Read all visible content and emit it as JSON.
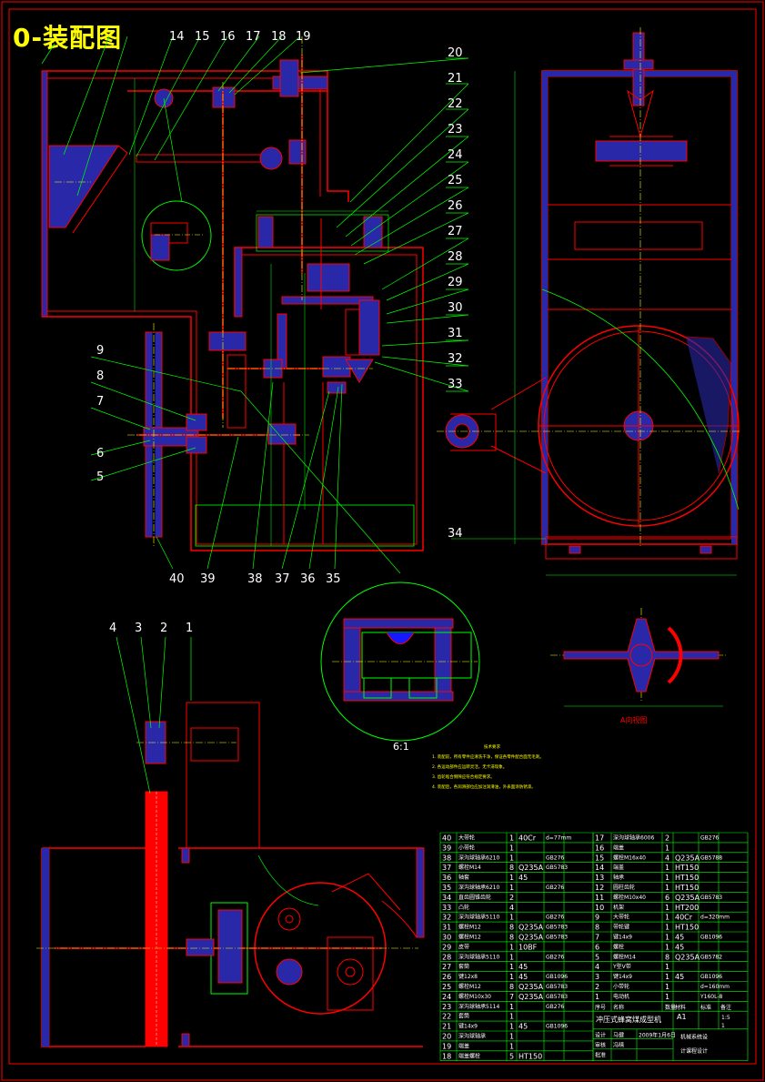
{
  "title": "0-装配图",
  "balloon_numbers_top": [
    "14",
    "15",
    "16",
    "17",
    "18",
    "19"
  ],
  "balloon_numbers_right": [
    "20",
    "21",
    "22",
    "23",
    "24",
    "25",
    "26",
    "27",
    "28",
    "29",
    "30",
    "31",
    "32",
    "33"
  ],
  "balloon_numbers_left": [
    "9",
    "8",
    "7",
    "6",
    "5"
  ],
  "balloon_numbers_bottom": [
    "40",
    "39",
    "38",
    "37",
    "36",
    "35"
  ],
  "balloon_34": "34",
  "balloon_numbers_lower": [
    "4",
    "3",
    "2",
    "1"
  ],
  "view_a_label": "A向视图",
  "detail_label": "6:1",
  "notes": {
    "heading": "技术要求",
    "lines": [
      "1. 装配前，所有零件应清洗干净，保证各零件配合面无毛刺。",
      "2. 各运动部件应运转灵活，无卡滞现象。",
      "3. 齿轮啮合侧隙应符合规定要求。",
      "4. 装配后，各润滑部位应加注润滑油，外表面涂防锈漆。"
    ]
  },
  "bom_left": [
    {
      "no": "40",
      "name": "大带轮",
      "qty": "1",
      "mat": "40Cr",
      "std": "d=77mm"
    },
    {
      "no": "39",
      "name": "小带轮",
      "qty": "1",
      "mat": "",
      "std": ""
    },
    {
      "no": "38",
      "name": "深沟球轴承6210",
      "qty": "1",
      "mat": "",
      "std": "GB276"
    },
    {
      "no": "37",
      "name": "螺栓M14",
      "qty": "8",
      "mat": "Q235A",
      "std": "GB5783"
    },
    {
      "no": "36",
      "name": "轴套",
      "qty": "1",
      "mat": "45",
      "std": ""
    },
    {
      "no": "35",
      "name": "深沟球轴承6210",
      "qty": "1",
      "mat": "",
      "std": "GB276"
    },
    {
      "no": "34",
      "name": "直齿圆锥齿轮",
      "qty": "2",
      "mat": "",
      "std": ""
    },
    {
      "no": "33",
      "name": "凸轮",
      "qty": "4",
      "mat": "",
      "std": ""
    },
    {
      "no": "32",
      "name": "深沟球轴承5110",
      "qty": "1",
      "mat": "",
      "std": "GB276"
    },
    {
      "no": "31",
      "name": "螺栓M12",
      "qty": "8",
      "mat": "Q235A",
      "std": "GB5783"
    },
    {
      "no": "30",
      "name": "螺栓M12",
      "qty": "8",
      "mat": "Q235A",
      "std": "GB5783"
    },
    {
      "no": "29",
      "name": "皮带",
      "qty": "1",
      "mat": "10BF",
      "std": ""
    },
    {
      "no": "28",
      "name": "深沟球轴承5110",
      "qty": "1",
      "mat": "",
      "std": "GB276"
    },
    {
      "no": "27",
      "name": "套筒",
      "qty": "1",
      "mat": "45",
      "std": ""
    },
    {
      "no": "26",
      "name": "键12x8",
      "qty": "1",
      "mat": "45",
      "std": "GB1096"
    },
    {
      "no": "25",
      "name": "螺栓M12",
      "qty": "8",
      "mat": "Q235A",
      "std": "GB5783"
    },
    {
      "no": "24",
      "name": "螺栓M10x30",
      "qty": "7",
      "mat": "Q235A",
      "std": "GB5783"
    },
    {
      "no": "23",
      "name": "深沟球轴承5114",
      "qty": "1",
      "mat": "",
      "std": "GB276"
    },
    {
      "no": "22",
      "name": "套筒",
      "qty": "1",
      "mat": "",
      "std": ""
    },
    {
      "no": "21",
      "name": "键14x9",
      "qty": "1",
      "mat": "45",
      "std": "GB1096"
    },
    {
      "no": "20",
      "name": "深沟球轴承",
      "qty": "1",
      "mat": "",
      "std": ""
    },
    {
      "no": "19",
      "name": "端盖",
      "qty": "1",
      "mat": "",
      "std": ""
    },
    {
      "no": "18",
      "name": "端盖螺栓",
      "qty": "5",
      "mat": "HT150",
      "std": ""
    }
  ],
  "bom_right": [
    {
      "no": "17",
      "name": "深沟球轴承6006",
      "qty": "2",
      "mat": "",
      "std": "GB276"
    },
    {
      "no": "16",
      "name": "端盖",
      "qty": "1",
      "mat": "",
      "std": ""
    },
    {
      "no": "15",
      "name": "螺栓M16x40",
      "qty": "4",
      "mat": "Q235A",
      "std": "GB5788"
    },
    {
      "no": "14",
      "name": "端盖",
      "qty": "1",
      "mat": "HT150",
      "std": ""
    },
    {
      "no": "13",
      "name": "轴承",
      "qty": "1",
      "mat": "HT150",
      "std": ""
    },
    {
      "no": "12",
      "name": "圆柱齿轮",
      "qty": "1",
      "mat": "HT150",
      "std": ""
    },
    {
      "no": "11",
      "name": "螺栓M10x40",
      "qty": "6",
      "mat": "Q235A",
      "std": "GB5783"
    },
    {
      "no": "10",
      "name": "机架",
      "qty": "1",
      "mat": "HT200",
      "std": ""
    },
    {
      "no": "9",
      "name": "大带轮",
      "qty": "1",
      "mat": "40Cr",
      "std": "d=320mm"
    },
    {
      "no": "8",
      "name": "带轮键",
      "qty": "1",
      "mat": "HT150",
      "std": ""
    },
    {
      "no": "7",
      "name": "键14x9",
      "qty": "1",
      "mat": "45",
      "std": "GB1096"
    },
    {
      "no": "6",
      "name": "螺栓",
      "qty": "1",
      "mat": "45",
      "std": ""
    },
    {
      "no": "5",
      "name": "螺栓M14",
      "qty": "8",
      "mat": "Q235A",
      "std": "GB5782"
    },
    {
      "no": "4",
      "name": "Y型V带",
      "qty": "1",
      "mat": "",
      "std": ""
    },
    {
      "no": "3",
      "name": "键14x9",
      "qty": "1",
      "mat": "45",
      "std": "GB1096"
    },
    {
      "no": "2",
      "name": "小带轮",
      "qty": "1",
      "mat": "",
      "std": "d=160mm"
    },
    {
      "no": "1",
      "name": "电动机",
      "qty": "1",
      "mat": "",
      "std": "Y160L-8"
    }
  ],
  "title_block": {
    "header": [
      "序号",
      "名称",
      "数量",
      "材料",
      "标准",
      "备注"
    ],
    "drawing_name": "冲压式蜂窝煤成型机",
    "scale_label": "A1",
    "scale": "1:5",
    "sheet": "1",
    "designer_role": "设计",
    "designer": "马健",
    "date": "2009年1月6日",
    "checker_role": "审核",
    "checker": "冯晴",
    "approver_role": "批准",
    "school_line1": "机械系统设",
    "school_line2": "计课程设计"
  },
  "colors": {
    "frame": "#ff0000",
    "outline": "#ff0000",
    "part_fill": "#2828a8",
    "center": "#ffff00",
    "leader": "#00ff00",
    "text": "#ffffff",
    "highlight": "#ff0000",
    "dim": "#00ff00"
  }
}
